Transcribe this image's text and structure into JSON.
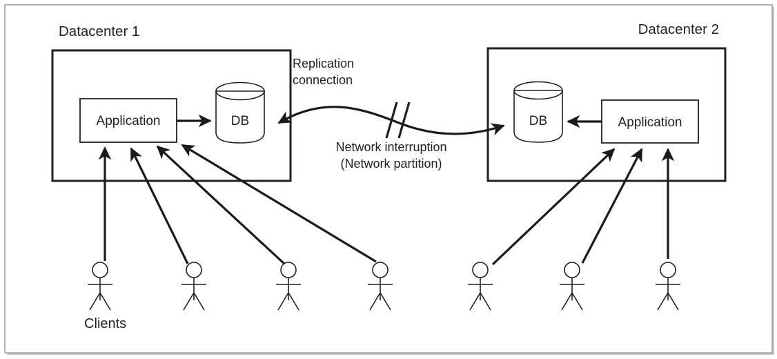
{
  "figure": {
    "title_left": "Datacenter 1",
    "title_right": "Datacenter 2",
    "clients_label": "Clients",
    "colors": {
      "ink": "#231f20",
      "line": "#1a1a1a",
      "frame": "#9a9a9a",
      "background": "#ffffff"
    }
  },
  "datacenter_left": {
    "label": "Datacenter 1",
    "application": {
      "label": "Application"
    },
    "database": {
      "label": "DB"
    },
    "client_count": 4
  },
  "datacenter_right": {
    "label": "Datacenter 2",
    "application": {
      "label": "Application"
    },
    "database": {
      "label": "DB"
    },
    "client_count": 3
  },
  "annotations": {
    "replication_line1": "Replication",
    "replication_line2": "connection",
    "interruption_line1": "Network interruption",
    "interruption_line2": "(Network partition)"
  },
  "clients": {
    "label": "Clients",
    "left_positions": [
      145,
      281,
      418,
      551
    ],
    "right_positions": [
      696,
      829,
      968
    ]
  }
}
